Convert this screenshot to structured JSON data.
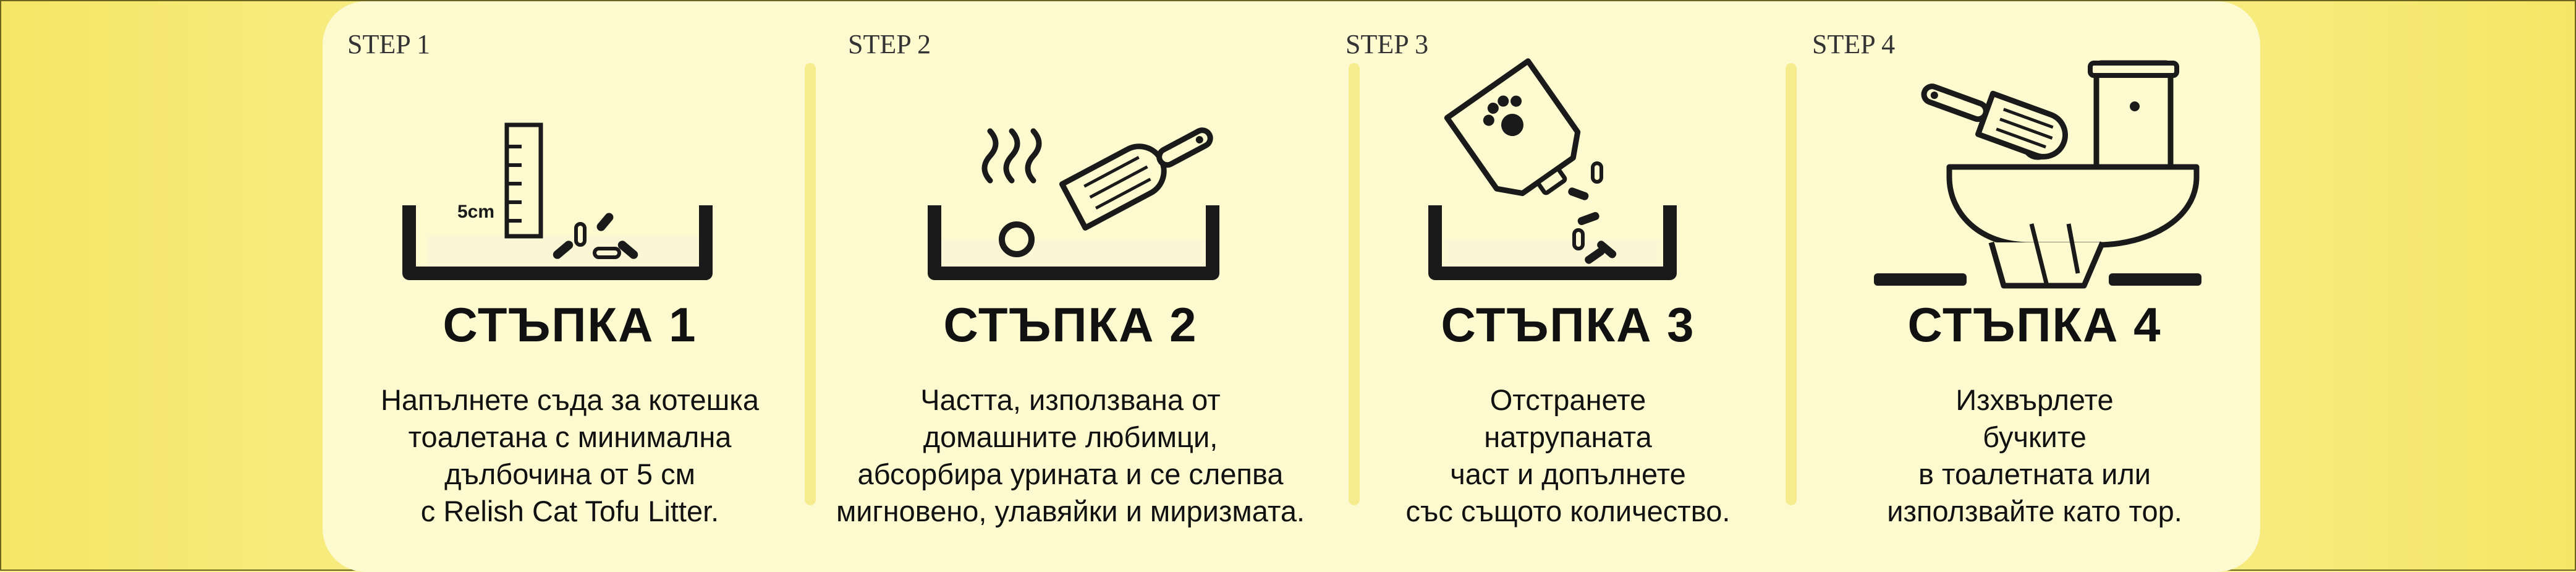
{
  "steps": [
    {
      "tag": "STEP 1",
      "title": "СТЪПКА 1",
      "icon": "litter-box-ruler-icon",
      "ruler_label": "5cm",
      "desc": [
        "Напълнете съда за котешка",
        "тоалетана с минимална",
        "дълбочина от 5 см",
        "с Relish Cat Tofu Litter."
      ]
    },
    {
      "tag": "STEP 2",
      "title": "СТЪПКА 2",
      "icon": "litter-box-scoop-odor-icon",
      "desc": [
        "Частта, използвана от",
        "домашните любимци,",
        "абсорбира урината и се слепва",
        "мигновено, улавяйки и миризмата."
      ]
    },
    {
      "tag": "STEP 3",
      "title": "СТЪПКА 3",
      "icon": "litter-bag-pour-icon",
      "desc": [
        "Отстранете",
        "натрупаната",
        "част и допълнете",
        "със същото количество."
      ]
    },
    {
      "tag": "STEP 4",
      "title": "СТЪПКА 4",
      "icon": "toilet-scoop-icon",
      "desc": [
        "Изхвърлете",
        "бучките",
        "в тоалетната или",
        "използвайте като тор."
      ]
    }
  ],
  "colors": {
    "background": "#fbf08c",
    "panel": "#fdfad0",
    "divider": "#f6ec8d",
    "ink": "#111111"
  }
}
